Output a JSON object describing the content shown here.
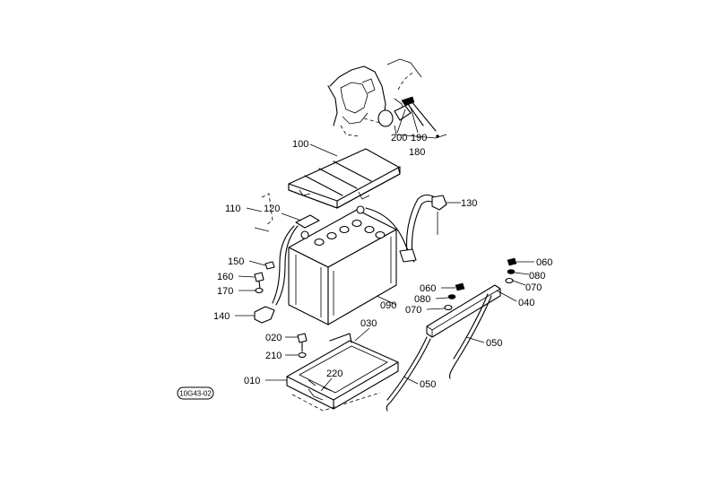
{
  "reference_code": "10G43-02",
  "labels": {
    "p010": "010",
    "p020": "020",
    "p030": "030",
    "p040": "040",
    "p050a": "050",
    "p050b": "050",
    "p060a": "060",
    "p060b": "060",
    "p070a": "070",
    "p070b": "070",
    "p080a": "080",
    "p080b": "080",
    "p090": "090",
    "p100": "100",
    "p110": "110",
    "p120": "120",
    "p130": "130",
    "p140": "140",
    "p150": "150",
    "p160": "160",
    "p170": "170",
    "p180": "180",
    "p190": "190",
    "p200": "200",
    "p210": "210",
    "p220": "220"
  }
}
